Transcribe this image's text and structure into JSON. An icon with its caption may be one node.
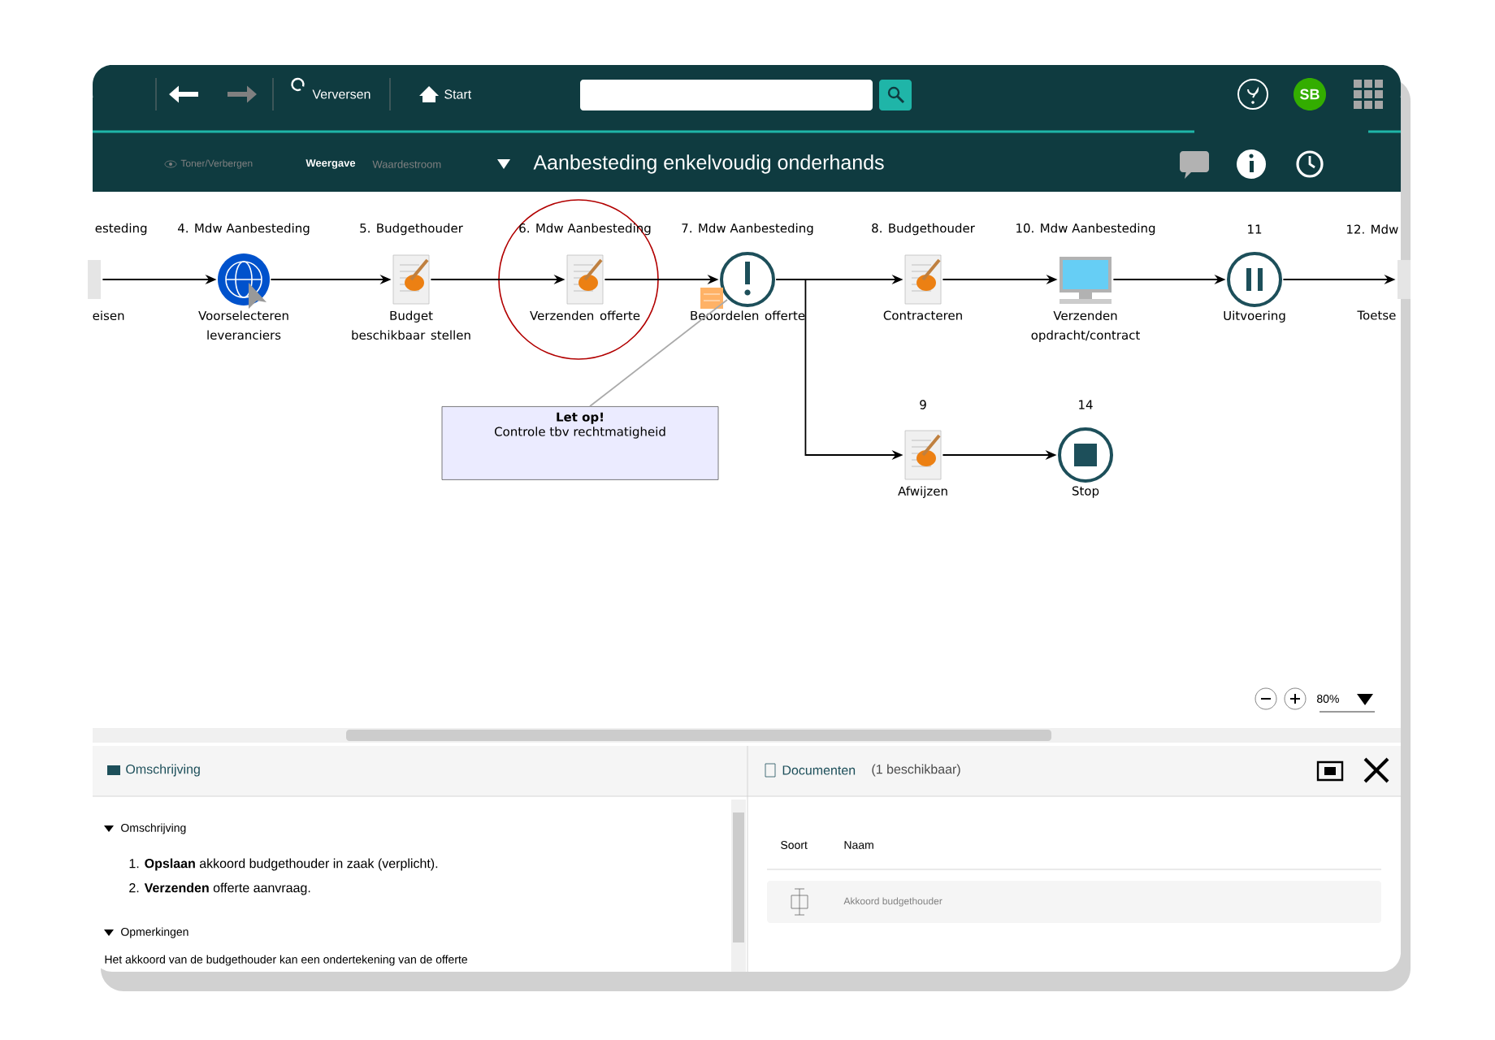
{
  "diagram": {
    "nodes": [
      {
        "text": [
          "esteding",
          "eisen"
        ]
      },
      {
        "text": [
          "4. Mdw Aanbesteding",
          "Voorselecteren leveranciers"
        ]
      },
      {
        "text": [
          "5. Budgethouder",
          "Budget beschikbaar stellen"
        ]
      },
      {
        "text": [
          "6. Mdw Aanbesteding",
          "Verzenden offerte"
        ]
      },
      {
        "text": [
          "7. Mdw Aanbesteding",
          "Beoordelen offerte"
        ]
      },
      {
        "text": [
          "8. Budgethouder",
          "Contracteren"
        ]
      },
      {
        "text": [
          "10. Mdw Aanbesteding",
          "Verzenden opdracht/contract"
        ]
      },
      {
        "text": [
          "11",
          "Uitvoering"
        ]
      },
      {
        "text": [
          "12. Mdw",
          "Toetse"
        ]
      },
      {
        "text": [
          "9",
          "Afwijzen"
        ]
      },
      {
        "text": [
          "14",
          "Stop"
        ]
      },
      {
        "text": [
          "Let op!",
          "Controle tbv rechtmatigheid"
        ]
      }
    ],
    "edges": [
      {
        "from": 0,
        "to": 1,
        "arrow": "to"
      },
      {
        "from": 1,
        "to": 2,
        "arrow": "to"
      },
      {
        "from": 2,
        "to": 3,
        "arrow": "to"
      },
      {
        "from": 3,
        "to": 4,
        "arrow": "to"
      },
      {
        "from": 4,
        "to": 5,
        "arrow": "to"
      },
      {
        "from": 5,
        "to": 6,
        "arrow": "to"
      },
      {
        "from": 6,
        "to": 7,
        "arrow": "to"
      },
      {
        "from": 7,
        "to": 8,
        "arrow": "to"
      },
      {
        "from": 4,
        "to": 9,
        "arrow": "to"
      },
      {
        "from": 9,
        "to": 10,
        "arrow": "to"
      },
      {
        "from": 11,
        "to": 4,
        "arrow": "none",
        "color": "#aaaaaa"
      }
    ],
    "labels": [
      "Verversen",
      "Start",
      "SB",
      "Toner/Verbergen",
      "Weergave",
      "Waardestroom",
      "Aanbesteding enkelvoudig onderhands",
      "80%",
      "Omschrijving",
      "Documenten",
      "(1 beschikbaar)",
      "Omschrijving",
      "1. **Opslaan** akkoord budgethouder in zaak (verplicht).",
      "2. **Verzenden** offerte aanvraag.",
      "Opmerkingen",
      "Het akkoord van de budgethouder kan een ondertekening van de offerte",
      "Soort",
      "Naam",
      "Akkoord budgethouder"
    ]
  }
}
